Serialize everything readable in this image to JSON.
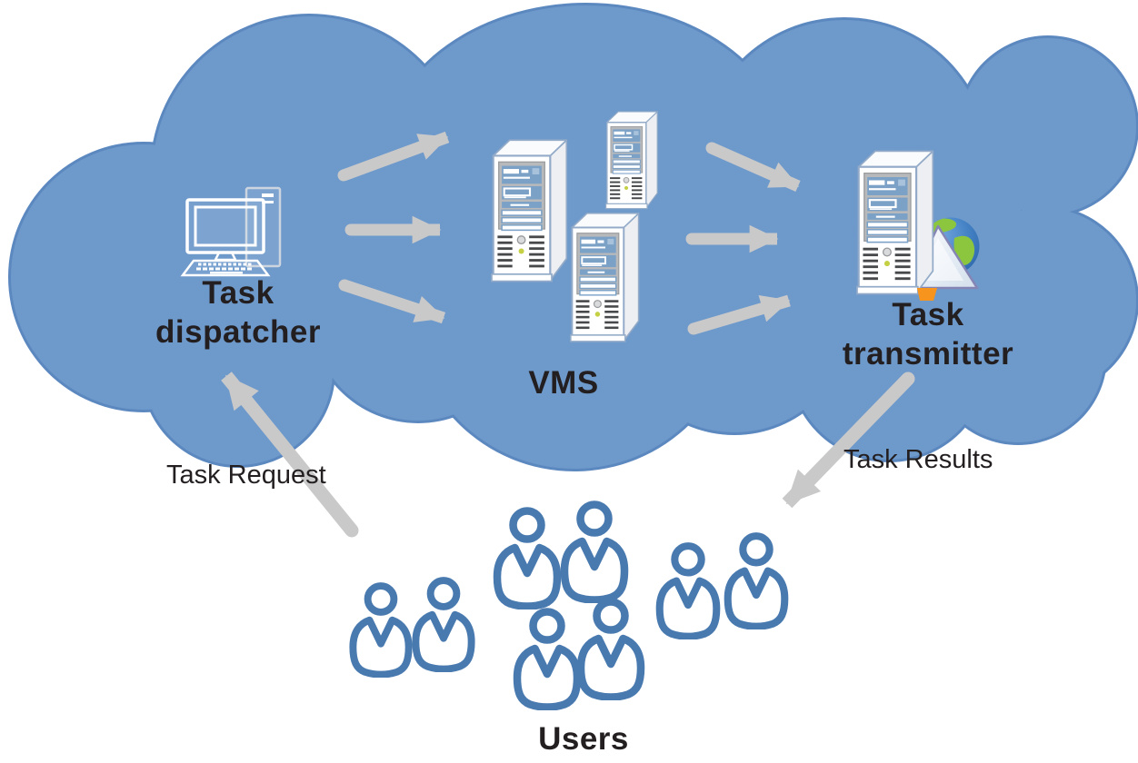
{
  "title": "Cloud task processing architecture diagram",
  "cloud": {
    "fill": "#6E99CB",
    "border": "#5C88C0"
  },
  "colors": {
    "background": "#FFFFFF",
    "arrow": "#C9C9C9",
    "label_text": "#231F20",
    "person_outline": "#4879AF",
    "server_outline": "#93ABC8",
    "server_panel": "#B8B9BB",
    "server_screen": "#7BA1C7",
    "server_led": "#C5D044",
    "globe_ocean": "#3F7DC2",
    "globe_land": "#8CC63F",
    "accent_orange": "#F7941E"
  },
  "nodes": {
    "task_dispatcher": {
      "label": "Task dispatcher",
      "icon": "desktop-computer"
    },
    "vms": {
      "label": "VMS",
      "icon": "server-tower",
      "server_count": 3
    },
    "task_transmitter": {
      "label": "Task transmitter",
      "icon": "server-with-globe"
    },
    "users": {
      "label": "Users",
      "icon": "person-group",
      "person_count": 8,
      "clusters": [
        2,
        4,
        2
      ]
    }
  },
  "edges": {
    "task_request": {
      "label": "Task Request",
      "from": "Users",
      "to": "Task dispatcher"
    },
    "task_results": {
      "label": "Task Results",
      "from": "Task transmitter",
      "to": "Users"
    },
    "dispatcher_to_vms_arrow_count": 3,
    "vms_to_transmitter_arrow_count": 3
  }
}
